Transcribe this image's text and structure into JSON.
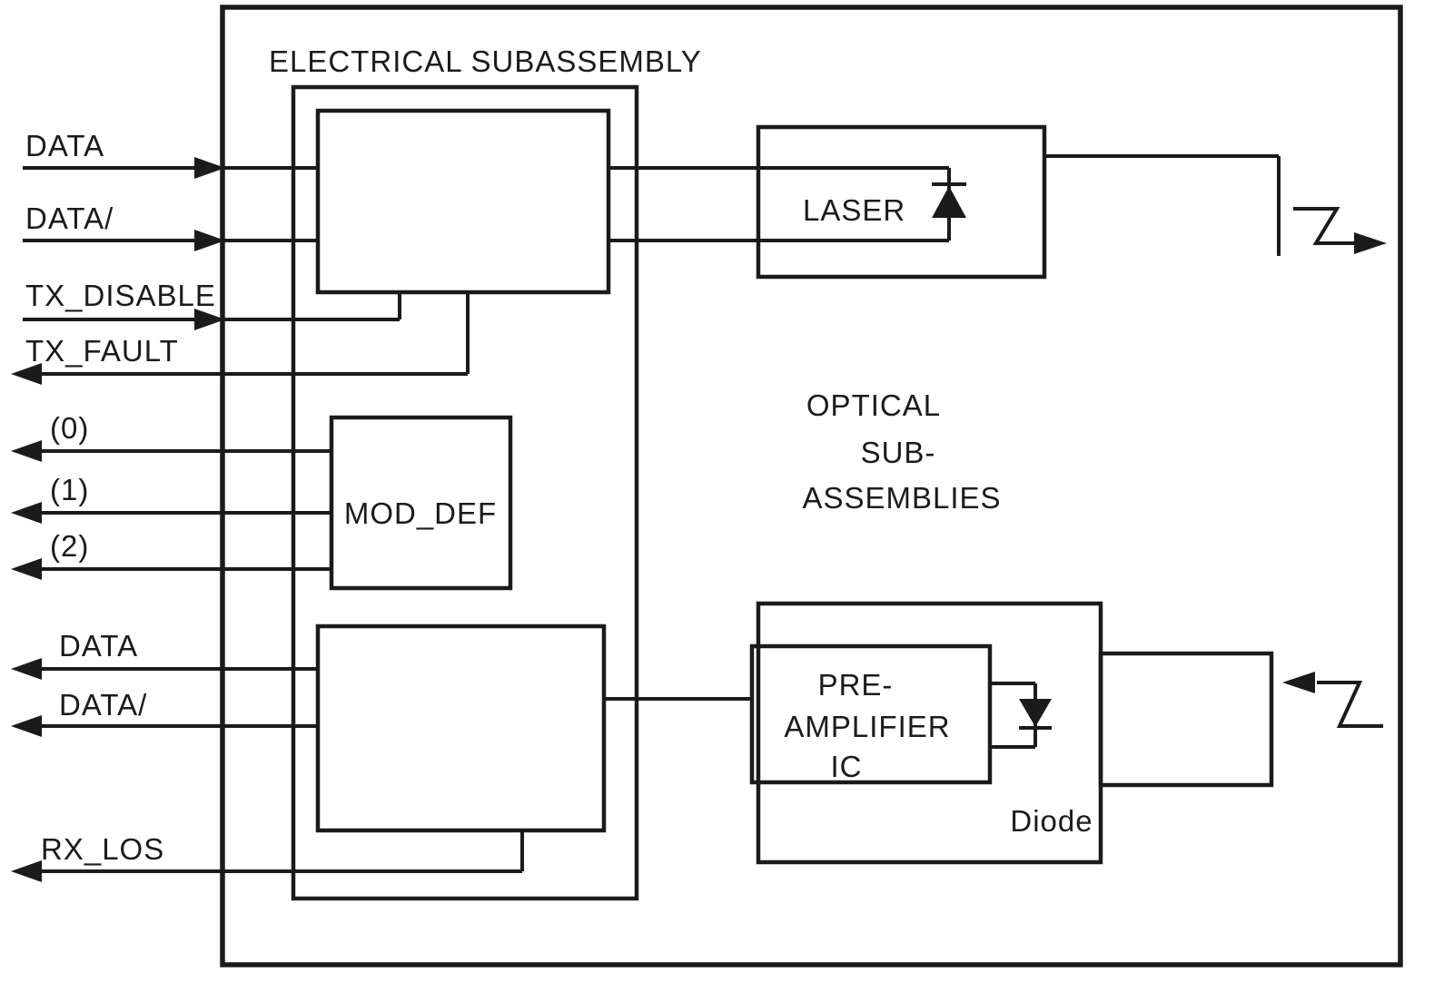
{
  "diagram": {
    "electrical_subassembly_label": "ELECTRICAL SUBASSEMBLY",
    "optical_subassemblies": {
      "line1": "OPTICAL",
      "line2": "SUB-",
      "line3": "ASSEMBLIES"
    },
    "blocks": {
      "laser_label": "LASER",
      "mod_def_label": "MOD_DEF",
      "preamplifier": {
        "line1": "PRE-",
        "line2": "AMPLIFIER",
        "line3": "IC"
      },
      "diode_label": "Diode"
    },
    "signals": {
      "tx_data": "DATA",
      "tx_data_bar": "DATA/",
      "tx_disable": "TX_DISABLE",
      "tx_fault": "TX_FAULT",
      "mod_def0": "(0)",
      "mod_def1": "(1)",
      "mod_def2": "(2)",
      "rx_data": "DATA",
      "rx_data_bar": "DATA/",
      "rx_los": "RX_LOS"
    },
    "colors": {
      "line": "#1b1b1b",
      "background": "#ffffff"
    }
  }
}
